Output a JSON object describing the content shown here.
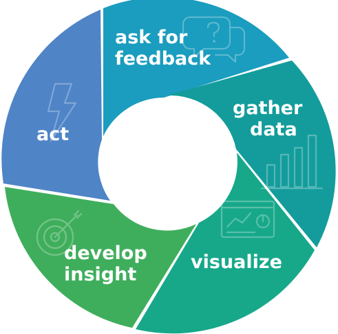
{
  "cycle": {
    "segments": [
      {
        "key": "ask",
        "label_lines": [
          "ask for",
          "feedback"
        ],
        "color": "#1A9DBE",
        "icon": "speech-bubble-question-icon"
      },
      {
        "key": "gather",
        "label_lines": [
          "gather",
          "data"
        ],
        "color": "#149C9C",
        "icon": "bar-chart-icon"
      },
      {
        "key": "visualize",
        "label_lines": [
          "visualize"
        ],
        "color": "#17A88A",
        "icon": "dashboard-chart-icon"
      },
      {
        "key": "develop",
        "label_lines": [
          "develop",
          "insight"
        ],
        "color": "#3FAE5C",
        "icon": "target-icon"
      },
      {
        "key": "act",
        "label_lines": [
          "act"
        ],
        "color": "#4F84C7",
        "icon": "lightning-bolt-icon"
      }
    ]
  }
}
